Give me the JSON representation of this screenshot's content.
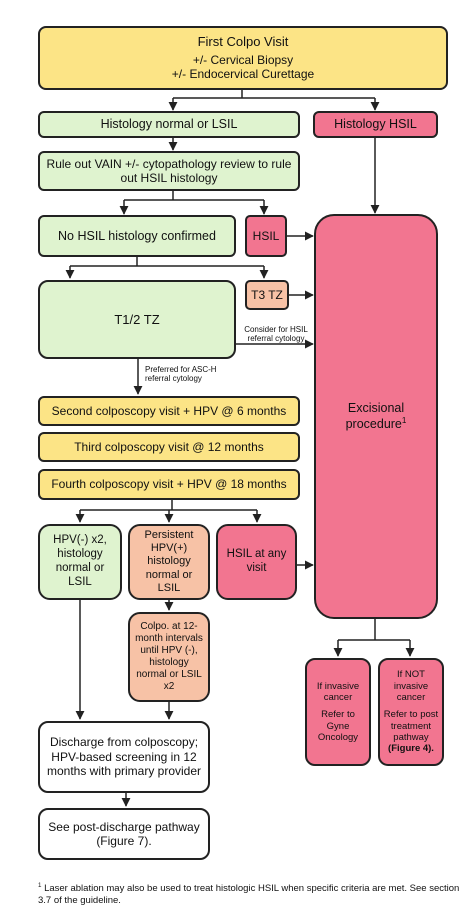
{
  "boxes": {
    "first_visit": {
      "title": "First Colpo Visit",
      "line2": "+/- Cervical Biopsy",
      "line3": "+/- Endocervical Curettage"
    },
    "histology_normal_lsil": "Histology normal or LSIL",
    "histology_hsil": "Histology HSIL",
    "rule_out_vain": "Rule out VAIN +/- cytopathology review to rule out HSIL histology",
    "no_hsil_confirmed": "No HSIL histology confirmed",
    "hsil_small": "HSIL",
    "t3_tz": "T3 TZ",
    "t12_tz": "T1/2 TZ",
    "second_colpo": "Second colposcopy visit + HPV @ 6 months",
    "third_colpo": "Third colposcopy visit @ 12 months",
    "fourth_colpo": "Fourth colposcopy visit + HPV @ 18 months",
    "hpv_neg_x2": "HPV(-) x2, histology normal or LSIL",
    "persistent_hpv": "Persistent HPV(+) histology normal or LSIL",
    "hsil_any_visit": "HSIL at any visit",
    "excisional": "Excisional procedure",
    "excisional_sup": "1",
    "colpo_intervals": "Colpo. at 12-month intervals until HPV (-), histology normal or LSIL x2",
    "invasive_cancer": {
      "line1": "If invasive cancer",
      "line2": "Refer to Gyne Oncology"
    },
    "not_invasive": {
      "line1": "If NOT invasive cancer",
      "line2": "Refer to post treatment pathway",
      "line3": "(Figure 4)."
    },
    "discharge": "Discharge from colposcopy; HPV-based screening in 12 months with primary provider",
    "post_discharge": "See post-discharge pathway (Figure 7)."
  },
  "notes": {
    "consider_hsil": "Consider for HSIL referral cytology",
    "preferred_asch": "Preferred for ASC-H referral cytology"
  },
  "footnote": {
    "marker": "1",
    "text": "Laser ablation may also be used to treat histologic HSIL when specific criteria are met. See section 3.7 of the guideline."
  },
  "colors": {
    "yellow": "#fce486",
    "green": "#dff3cf",
    "red": "#f27590",
    "salmon": "#f7c2a6",
    "arrow": "#222222"
  }
}
